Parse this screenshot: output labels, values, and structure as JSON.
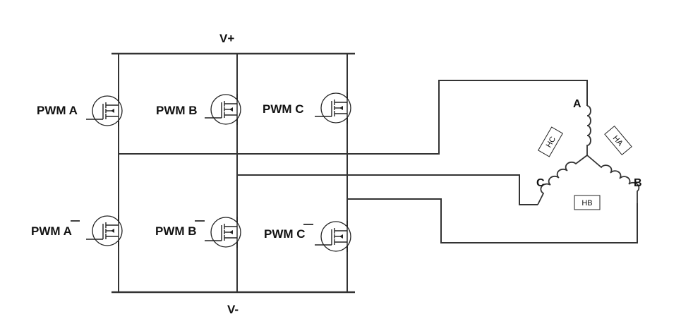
{
  "rails": {
    "positive": "V+",
    "negative": "V-"
  },
  "switches": {
    "high_a": {
      "label": "PWM A"
    },
    "high_b": {
      "label": "PWM B"
    },
    "high_c": {
      "label": "PWM C"
    },
    "low_a": {
      "label": "PWM",
      "letter": "A",
      "overbar": true
    },
    "low_b": {
      "label": "PWM",
      "letter": "B",
      "overbar": true
    },
    "low_c": {
      "label": "PWM",
      "letter": "C",
      "overbar": true
    }
  },
  "motor": {
    "terminals": {
      "a": "A",
      "b": "B",
      "c": "C"
    },
    "hall_sensors": {
      "ha": "HA",
      "hb": "HB",
      "hc": "HC"
    }
  }
}
